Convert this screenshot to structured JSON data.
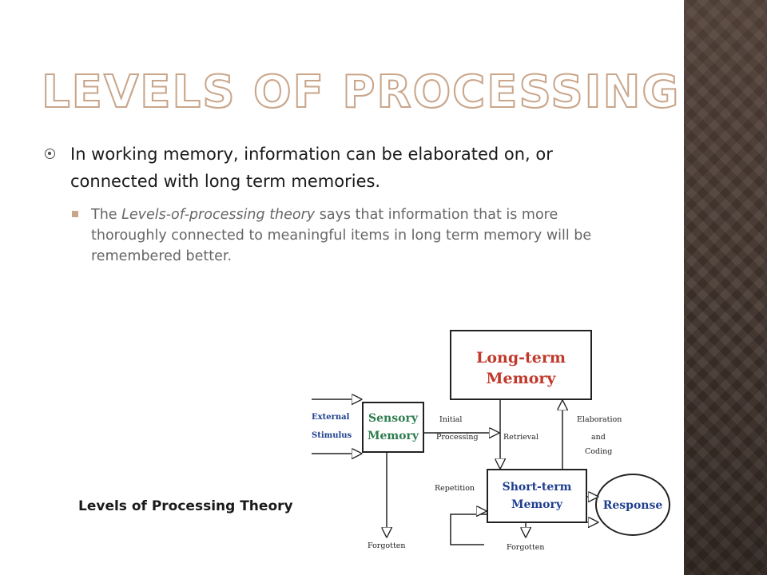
{
  "slide": {
    "title": "Levels of Processing",
    "bullet_main": "In working memory, information can be elaborated on, or connected with long term memories.",
    "bullet_sub": {
      "before": "The ",
      "emphasis": "Levels-of-processing theory",
      "after": " says that information that is more thoroughly connected to meaningful items in long term memory will be remembered better."
    },
    "caption": "Levels of Processing Theory"
  },
  "diagram": {
    "long_term": [
      "Long-term",
      "Memory"
    ],
    "sensory": [
      "Sensory",
      "Memory"
    ],
    "short_term": [
      "Short-term",
      "Memory"
    ],
    "response": "Response",
    "external_stimulus": [
      "External",
      "Stimulus"
    ],
    "initial_processing": [
      "Initial",
      "Processing"
    ],
    "retrieval": "Retrieval",
    "elaboration": [
      "Elaboration",
      "and",
      "Coding"
    ],
    "repetition": "Repetition",
    "forgotten_sensory": "Forgotten",
    "forgotten_short": "Forgotten"
  },
  "colors": {
    "accent": "#c9a58a",
    "memory_label_red": "#c0392b",
    "memory_label_green": "#2e7d4f",
    "memory_label_blue": "#1f3f8f",
    "strip": "#4e4038"
  }
}
